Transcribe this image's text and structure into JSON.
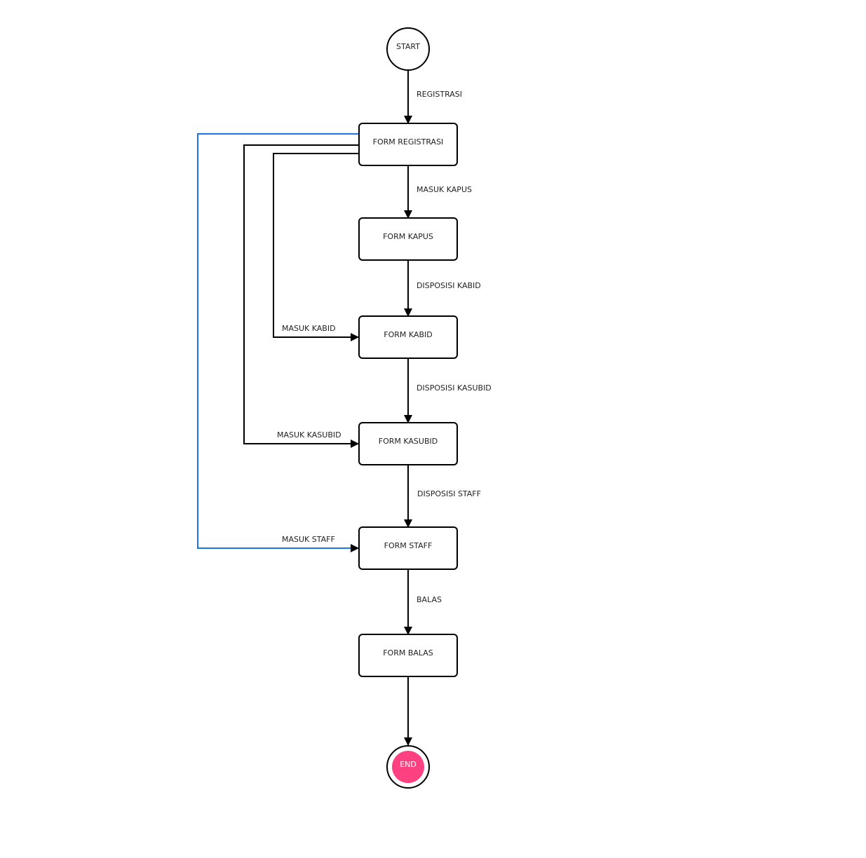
{
  "diagram": {
    "nodes": {
      "start": "START",
      "form_registrasi": "FORM REGISTRASI",
      "form_kapus": "FORM KAPUS",
      "form_kabid": "FORM KABID",
      "form_kasubid": "FORM KASUBID",
      "form_staff": "FORM STAFF",
      "form_balas": "FORM BALAS",
      "end": "END"
    },
    "edges": {
      "registrasi": "REGISTRASI",
      "masuk_kapus": "MASUK KAPUS",
      "disposisi_kabid": "DISPOSISI KABID",
      "masuk_kabid": "MASUK KABID",
      "disposisi_kasubid": "DISPOSISI KASUBID",
      "masuk_kasubid": "MASUK KASUBID",
      "disposisi_staff": "DISPOSISI STAFF",
      "masuk_staff": "MASUK STAFF",
      "balas": "BALAS"
    },
    "colors": {
      "highlight_edge": "#1a73e8",
      "end_fill": "#ff4081"
    }
  }
}
